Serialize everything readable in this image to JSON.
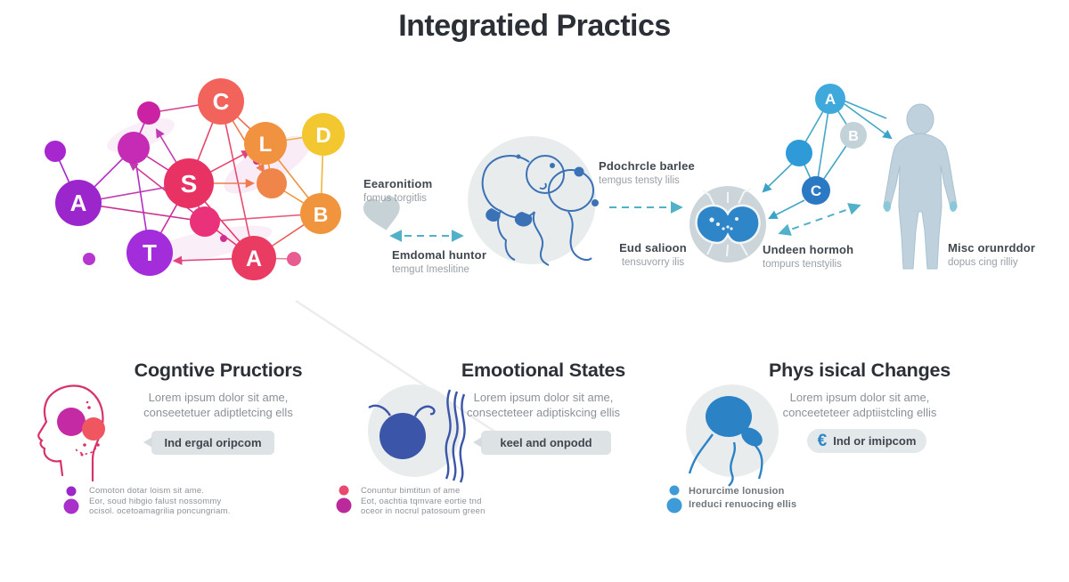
{
  "title": "Integratied Practics",
  "left_graph": {
    "nodes": [
      {
        "label": "C",
        "color": "#f2635c"
      },
      {
        "label": "L",
        "color": "#f0923f"
      },
      {
        "label": "D",
        "color": "#f2c730"
      },
      {
        "label": "S",
        "color": "#e93264"
      },
      {
        "label": "B",
        "color": "#f0953e"
      },
      {
        "label": "A",
        "color": "#9b27cc"
      },
      {
        "label": "T",
        "color": "#a32ddb"
      },
      {
        "label": "A",
        "color": "#ea3c63"
      }
    ]
  },
  "mid": {
    "label1_title": "Eearonitiom",
    "label1_sub": "fomus torgitlis",
    "label2_title": "Emdomal huntor",
    "label2_sub": "temgut Imeslitine",
    "label3_title": "Pdochrcle barlee",
    "label3_sub": "temgus tensty lilis",
    "label4_title": "Eud salioon",
    "label4_sub": "tensuvorry ilis"
  },
  "right": {
    "nodes": [
      {
        "label": "A",
        "color": "#3fa9dc"
      },
      {
        "label": "B",
        "color": "#c3d2d9"
      },
      {
        "label": "C",
        "color": "#2b79c2"
      }
    ],
    "label1_title": "Undeen hormoh",
    "label1_sub": "tompurs tenstyilis",
    "label2_title": "Misc orunrddor",
    "label2_sub": "dopus cing rilliy"
  },
  "sections": [
    {
      "heading": "Cogntive Pructiors",
      "body_line1": "Lorem ipsum dolor sit ame,",
      "body_line2": "conseetetuer adiptletcing ells",
      "callout": "Ind ergal oripcom",
      "bullets": [
        "Comoton dotar loism sit ame.",
        "Eor, soud hibgio falust nossommy",
        "ocisol. ocetoamagrilia poncungriam."
      ]
    },
    {
      "heading": "Emootional States",
      "body_line1": "Lorem ipsum dolor sit ame,",
      "body_line2": "consecteteer adiptiskcing ellis",
      "callout": "keel and onpodd",
      "bullets": [
        "Conuntur bimtitun of ame",
        "Eot, oachtia tqmvare eortie tnd",
        "oceor in nocrul patosoum green"
      ]
    },
    {
      "heading": "Phys isical Changes",
      "body_line1": "Lorem ipsum dolor sit ame,",
      "body_line2": "conceeteteer adptiistcling ellis",
      "callout": "Ind or imipcom",
      "callout_icon": "€",
      "bullets": [
        "Horurcime lonusion",
        "Ireduci renuocing ellis"
      ]
    }
  ],
  "colors": {
    "teal_arrow": "#3aa4c8",
    "pink_edge": "#e0447c",
    "gray_circle": "#e9eced",
    "blue_icon": "#2e86c8",
    "indigo_icon": "#3b55a8",
    "silhouette": "#bfd1dc"
  }
}
